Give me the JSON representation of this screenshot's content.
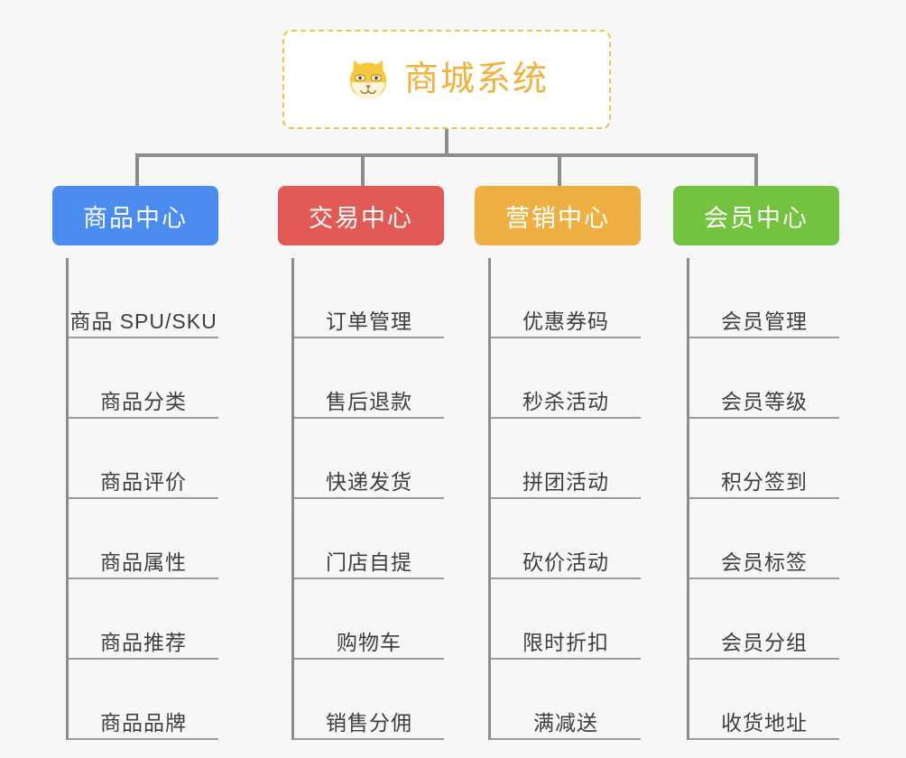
{
  "page": {
    "background_color": "#f7f7f7",
    "type": "org-chart",
    "title": "商城系统"
  },
  "root": {
    "label": "商城系统",
    "icon": "shiba-dog-icon",
    "text_color": "#f0b23c",
    "border_color": "#f2c14e",
    "background_color": "#ffffff",
    "border_style": "dashed"
  },
  "connector": {
    "color": "#8c8c8c"
  },
  "columns": [
    {
      "id": "product-center",
      "label": "商品中心",
      "color": "#4a8cf0",
      "text_color": "#ffffff",
      "items": [
        "商品 SPU/SKU",
        "商品分类",
        "商品评价",
        "商品属性",
        "商品推荐",
        "商品品牌"
      ]
    },
    {
      "id": "trade-center",
      "label": "交易中心",
      "color": "#e25a56",
      "text_color": "#ffffff",
      "items": [
        "订单管理",
        "售后退款",
        "快递发货",
        "门店自提",
        "购物车",
        "销售分佣"
      ]
    },
    {
      "id": "marketing-center",
      "label": "营销中心",
      "color": "#eeb042",
      "text_color": "#ffffff",
      "items": [
        "优惠券码",
        "秒杀活动",
        "拼团活动",
        "砍价活动",
        "限时折扣",
        "满减送"
      ]
    },
    {
      "id": "member-center",
      "label": "会员中心",
      "color": "#73c341",
      "text_color": "#ffffff",
      "items": [
        "会员管理",
        "会员等级",
        "积分签到",
        "会员标签",
        "会员分组",
        "收货地址"
      ]
    }
  ]
}
